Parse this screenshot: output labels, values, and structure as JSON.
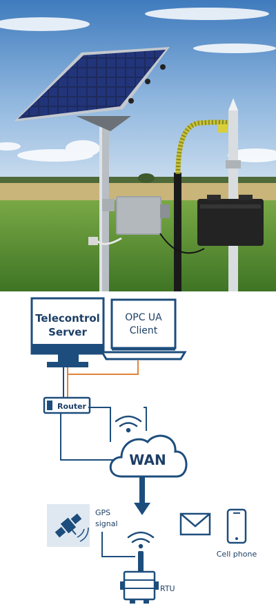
{
  "colors": {
    "line": "#1d4d7c",
    "orange": "#e0823a",
    "sky_top": "#4f87c2",
    "grass": "#5b8f2e",
    "soil": "#c9b47a"
  },
  "photo": {
    "scene": "solar-powered-rtu-field-installation"
  },
  "diagram": {
    "telecontrol_server": {
      "line1": "Telecontrol",
      "line2": "Server"
    },
    "opc_client": {
      "line1": "OPC UA",
      "line2": "Client"
    },
    "router": {
      "label": "Router"
    },
    "wan": {
      "label": "WAN"
    },
    "gps": {
      "line1": "GPS",
      "line2": "signal"
    },
    "cell_phone": {
      "label": "Cell phone"
    },
    "rtu": {
      "label": "RTU"
    }
  },
  "icons": [
    "monitor-icon",
    "laptop-icon",
    "router-icon",
    "cloud-icon",
    "wifi-icon",
    "satellite-icon",
    "envelope-icon",
    "phone-icon",
    "rtu-device-icon",
    "antenna-icon"
  ]
}
